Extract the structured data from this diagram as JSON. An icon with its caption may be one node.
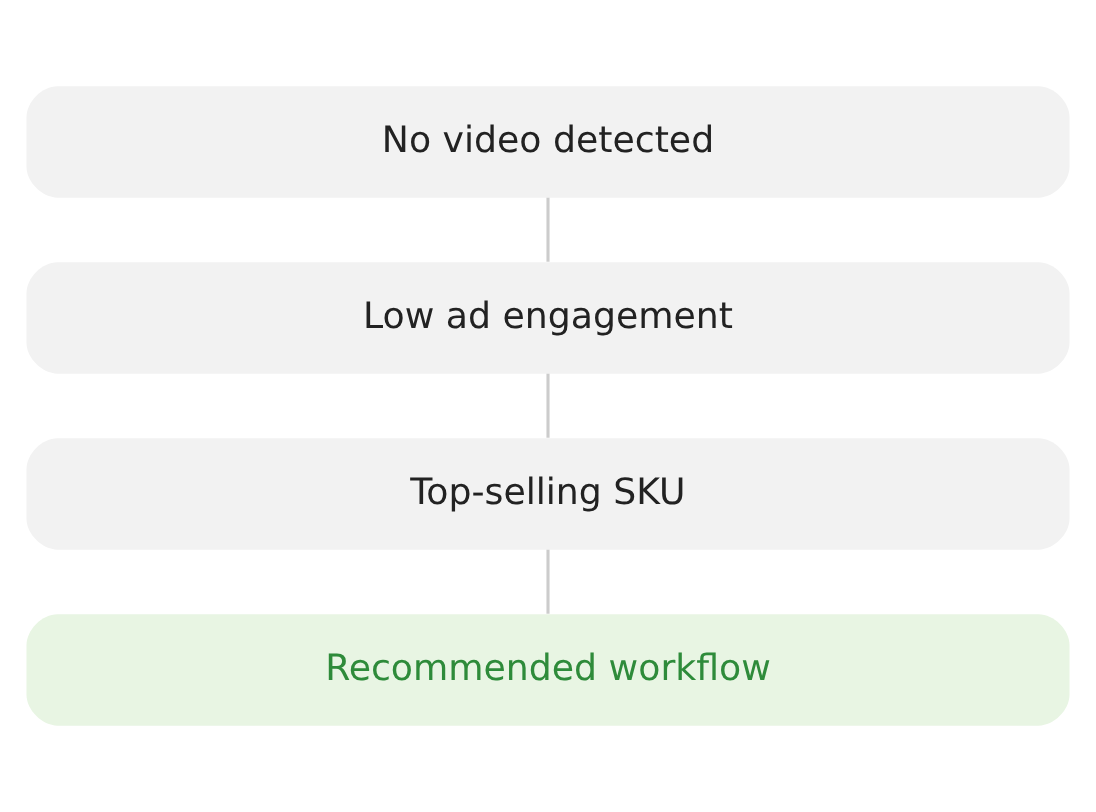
{
  "diagram": {
    "nodes": [
      {
        "text": [
          "No video detected"
        ]
      },
      {
        "text": [
          "Low ad engagement"
        ]
      },
      {
        "text": [
          "Top-selling SKU"
        ]
      },
      {
        "text": [
          "Recommended workflow"
        ]
      }
    ],
    "edges": [
      {
        "from": 0,
        "to": 1,
        "arrow": "none"
      },
      {
        "from": 1,
        "to": 2,
        "arrow": "none"
      },
      {
        "from": 2,
        "to": 3,
        "arrow": "none"
      }
    ]
  }
}
